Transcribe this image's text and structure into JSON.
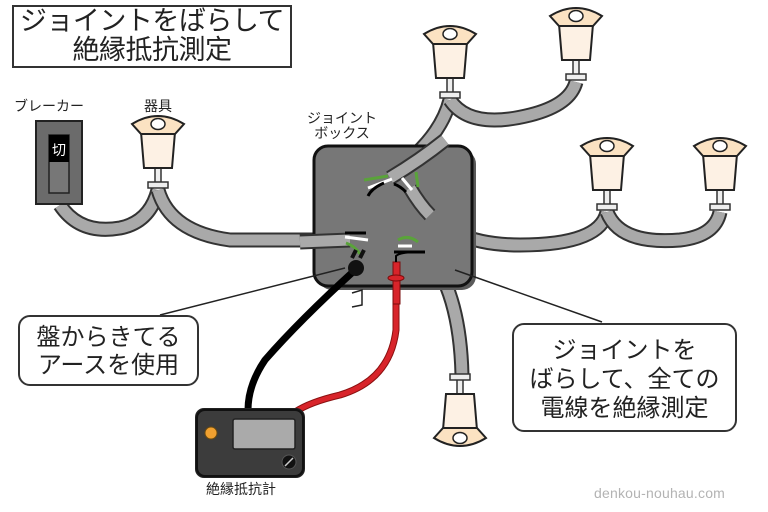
{
  "title": {
    "line1": "ジョイントをばらして",
    "line2": "絶縁抵抗測定"
  },
  "labels": {
    "breaker": "ブレーカー",
    "breaker_state": "切",
    "fixture": "器具",
    "junction_box_line1": "ジョイント",
    "junction_box_line2": "ボックス",
    "megger": "絶縁抵抗計"
  },
  "callouts": {
    "earth": {
      "line1": "盤からきてる",
      "line2": "アースを使用"
    },
    "method": {
      "line1": "ジョイントを",
      "line2": "ばらして、全ての",
      "line3": "電線を絶縁測定"
    }
  },
  "watermark": "denkou-nouhau.com",
  "colors": {
    "cable_gray": "#a9a9a9",
    "junction_box": "#777777",
    "breaker_body": "#6b6b6b",
    "wire_green": "#5aa33a",
    "wire_white": "#ffffff",
    "wire_black": "#111111",
    "lead_red": "#d8242a",
    "lamp_shade": "#fbe8d0",
    "meter_body": "#3c3c3c",
    "meter_lamp": "#f0a030"
  }
}
